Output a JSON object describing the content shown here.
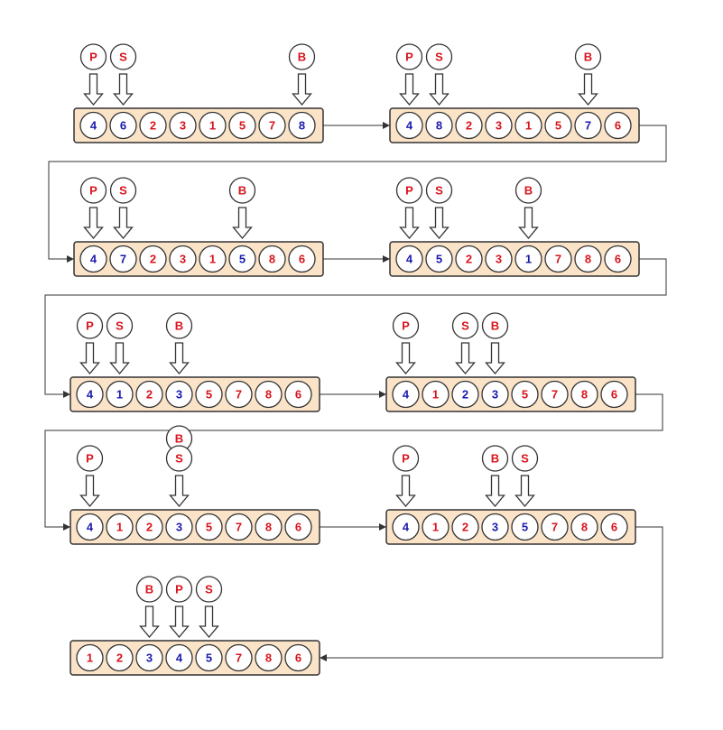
{
  "colors": {
    "blue": "#1a1ab0",
    "red": "#d9141c"
  },
  "steps": [
    {
      "cells": [
        {
          "v": "4",
          "c": "blue"
        },
        {
          "v": "6",
          "c": "blue"
        },
        {
          "v": "2",
          "c": "red"
        },
        {
          "v": "3",
          "c": "red"
        },
        {
          "v": "1",
          "c": "red"
        },
        {
          "v": "5",
          "c": "red"
        },
        {
          "v": "7",
          "c": "red"
        },
        {
          "v": "8",
          "c": "blue"
        }
      ],
      "pointers": [
        {
          "label": "P",
          "cell": 0
        },
        {
          "label": "S",
          "cell": 1
        },
        {
          "label": "B",
          "cell": 7
        }
      ]
    },
    {
      "cells": [
        {
          "v": "4",
          "c": "blue"
        },
        {
          "v": "8",
          "c": "blue"
        },
        {
          "v": "2",
          "c": "red"
        },
        {
          "v": "3",
          "c": "red"
        },
        {
          "v": "1",
          "c": "red"
        },
        {
          "v": "5",
          "c": "red"
        },
        {
          "v": "7",
          "c": "blue"
        },
        {
          "v": "6",
          "c": "red"
        }
      ],
      "pointers": [
        {
          "label": "P",
          "cell": 0
        },
        {
          "label": "S",
          "cell": 1
        },
        {
          "label": "B",
          "cell": 6
        }
      ]
    },
    {
      "cells": [
        {
          "v": "4",
          "c": "blue"
        },
        {
          "v": "7",
          "c": "blue"
        },
        {
          "v": "2",
          "c": "red"
        },
        {
          "v": "3",
          "c": "red"
        },
        {
          "v": "1",
          "c": "red"
        },
        {
          "v": "5",
          "c": "blue"
        },
        {
          "v": "8",
          "c": "red"
        },
        {
          "v": "6",
          "c": "red"
        }
      ],
      "pointers": [
        {
          "label": "P",
          "cell": 0
        },
        {
          "label": "S",
          "cell": 1
        },
        {
          "label": "B",
          "cell": 5
        }
      ]
    },
    {
      "cells": [
        {
          "v": "4",
          "c": "blue"
        },
        {
          "v": "5",
          "c": "blue"
        },
        {
          "v": "2",
          "c": "red"
        },
        {
          "v": "3",
          "c": "red"
        },
        {
          "v": "1",
          "c": "blue"
        },
        {
          "v": "7",
          "c": "red"
        },
        {
          "v": "8",
          "c": "red"
        },
        {
          "v": "6",
          "c": "red"
        }
      ],
      "pointers": [
        {
          "label": "P",
          "cell": 0
        },
        {
          "label": "S",
          "cell": 1
        },
        {
          "label": "B",
          "cell": 4
        }
      ]
    },
    {
      "cells": [
        {
          "v": "4",
          "c": "blue"
        },
        {
          "v": "1",
          "c": "blue"
        },
        {
          "v": "2",
          "c": "red"
        },
        {
          "v": "3",
          "c": "blue"
        },
        {
          "v": "5",
          "c": "red"
        },
        {
          "v": "7",
          "c": "red"
        },
        {
          "v": "8",
          "c": "red"
        },
        {
          "v": "6",
          "c": "red"
        }
      ],
      "pointers": [
        {
          "label": "P",
          "cell": 0
        },
        {
          "label": "S",
          "cell": 1
        },
        {
          "label": "B",
          "cell": 3
        }
      ]
    },
    {
      "cells": [
        {
          "v": "4",
          "c": "blue"
        },
        {
          "v": "1",
          "c": "red"
        },
        {
          "v": "2",
          "c": "blue"
        },
        {
          "v": "3",
          "c": "blue"
        },
        {
          "v": "5",
          "c": "red"
        },
        {
          "v": "7",
          "c": "red"
        },
        {
          "v": "8",
          "c": "red"
        },
        {
          "v": "6",
          "c": "red"
        }
      ],
      "pointers": [
        {
          "label": "P",
          "cell": 0
        },
        {
          "label": "S",
          "cell": 2
        },
        {
          "label": "B",
          "cell": 3
        }
      ]
    },
    {
      "cells": [
        {
          "v": "4",
          "c": "blue"
        },
        {
          "v": "1",
          "c": "red"
        },
        {
          "v": "2",
          "c": "red"
        },
        {
          "v": "3",
          "c": "blue"
        },
        {
          "v": "5",
          "c": "red"
        },
        {
          "v": "7",
          "c": "red"
        },
        {
          "v": "8",
          "c": "red"
        },
        {
          "v": "6",
          "c": "red"
        }
      ],
      "pointers": [
        {
          "label": "P",
          "cell": 0
        },
        {
          "label": "B",
          "cell": 3
        },
        {
          "label": "S",
          "cell": 3
        }
      ]
    },
    {
      "cells": [
        {
          "v": "4",
          "c": "blue"
        },
        {
          "v": "1",
          "c": "red"
        },
        {
          "v": "2",
          "c": "red"
        },
        {
          "v": "3",
          "c": "blue"
        },
        {
          "v": "5",
          "c": "blue"
        },
        {
          "v": "7",
          "c": "red"
        },
        {
          "v": "8",
          "c": "red"
        },
        {
          "v": "6",
          "c": "red"
        }
      ],
      "pointers": [
        {
          "label": "P",
          "cell": 0
        },
        {
          "label": "B",
          "cell": 3
        },
        {
          "label": "S",
          "cell": 4
        }
      ]
    },
    {
      "cells": [
        {
          "v": "1",
          "c": "red"
        },
        {
          "v": "2",
          "c": "red"
        },
        {
          "v": "3",
          "c": "blue"
        },
        {
          "v": "4",
          "c": "blue"
        },
        {
          "v": "5",
          "c": "blue"
        },
        {
          "v": "7",
          "c": "red"
        },
        {
          "v": "8",
          "c": "red"
        },
        {
          "v": "6",
          "c": "red"
        }
      ],
      "pointers": [
        {
          "label": "B",
          "cell": 2
        },
        {
          "label": "P",
          "cell": 3
        },
        {
          "label": "S",
          "cell": 4
        }
      ]
    }
  ]
}
